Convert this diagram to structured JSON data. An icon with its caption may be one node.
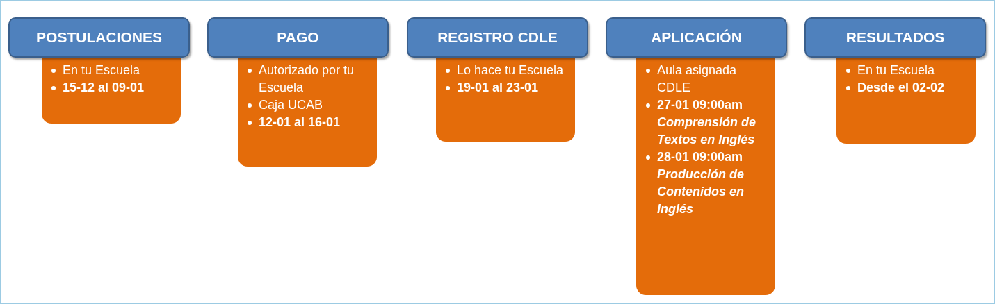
{
  "diagram": {
    "nodes": [
      {
        "text": [
          "POSTULACIONES"
        ]
      },
      {
        "text": [
          "En tu Escuela",
          "**15-12 al 09-01**"
        ]
      },
      {
        "text": [
          "PAGO"
        ]
      },
      {
        "text": [
          "Autorizado por tu Escuela",
          "Caja UCAB",
          "**12-01 al 16-01**"
        ]
      },
      {
        "text": [
          "REGISTRO CDLE"
        ]
      },
      {
        "text": [
          "Lo hace tu Escuela",
          "**19-01 al 23-01**"
        ]
      },
      {
        "text": [
          "APLICACIÓN"
        ]
      },
      {
        "text": [
          "Aula asignada CDLE",
          "**27-01 09:00am** *Comprensión de Textos en Inglés*",
          "**28-01 09:00am** *Producción de Contenidos en Inglés*"
        ]
      },
      {
        "text": [
          "RESULTADOS"
        ]
      },
      {
        "text": [
          "En tu Escuela",
          "**Desde el 02-02**"
        ]
      }
    ]
  }
}
